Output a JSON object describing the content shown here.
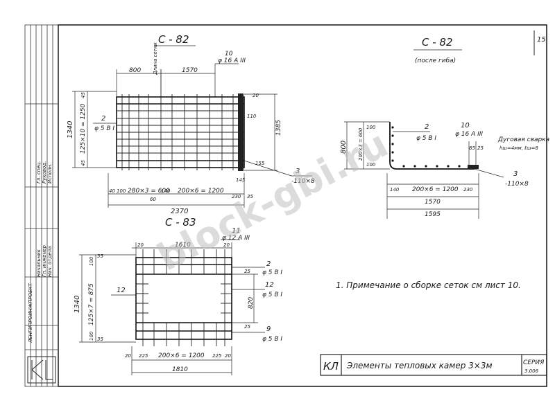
{
  "sheet_number": "15",
  "watermark": "block-gbi.ru",
  "stamp": {
    "code": "КЛ",
    "title": "Элементы тепловых камер 3×3м",
    "series_label": "СЕРИЯ",
    "series_code": "3.006"
  },
  "note": "1. Примечание о сборке сеток см лист 10.",
  "c82": {
    "title": "С - 82",
    "length_label": "Длина сетки",
    "dim_800": "800",
    "dim_1570": "1570",
    "bar10": "10",
    "bar10_spec": "φ 16 А III",
    "dim_1340": "1340",
    "dim_side_left": "125×10 = 1250",
    "dim_45_top": "45",
    "dim_45_bot": "45",
    "bar2": "2",
    "bar2_spec": "φ 5 В I",
    "dim_20": "20",
    "dim_110": "110",
    "dim_1385": "1385",
    "dim_155": "155",
    "bar3": "3",
    "bar3_spec": "-110×8",
    "dim_145": "145",
    "dim_40": "40",
    "dim_100": "100",
    "dim_280": "280×3 = 600",
    "dim_140": "140",
    "dim_200x6": "200×6 = 1200",
    "dim_230": "230",
    "dim_35": "35",
    "dim_60": "60",
    "dim_2370": "2370"
  },
  "c82b": {
    "title": "С - 82",
    "subtitle": "(после гиба)",
    "dim_800": "800",
    "dim_100": "100",
    "dim_side": "200×3 = 600",
    "dim_100b": "100",
    "bar2": "2",
    "bar2_spec": "φ 5 В I",
    "bar10": "10",
    "bar10_spec": "φ 16 А III",
    "weld_label": "Дуговая сварка",
    "weld_spec": "hш=4мм, ℓш=8",
    "dim_85": "85",
    "dim_25": "25",
    "bar3": "3",
    "bar3_spec": "-110×8",
    "dim_140": "140",
    "dim_200x6": "200×6 = 1200",
    "dim_230": "230",
    "dim_1570": "1570",
    "dim_1595": "1595"
  },
  "c83": {
    "title": "С - 83",
    "bar11": "11",
    "bar11_spec": "φ 12 А III",
    "dim_20a": "20",
    "dim_1610": "1610",
    "dim_20b": "20",
    "dim_1340": "1340",
    "dim_side_left": "125×7 = 875",
    "dim_100a": "100",
    "dim_35a": "35",
    "dim_100b": "100",
    "dim_35b": "35",
    "bar12_left": "12",
    "bar2": "2",
    "bar2_spec": "φ 5 В I",
    "dim_25a": "25",
    "bar12": "12",
    "bar12_spec": "φ 5 В I",
    "dim_820": "820",
    "dim_25b": "25",
    "bar9": "9",
    "bar9_spec": "φ 5 В I",
    "dim_20c": "20",
    "dim_225a": "225",
    "dim_200x6": "200×6 = 1200",
    "dim_225b": "225",
    "dim_20d": "20",
    "dim_1810": "1810"
  },
  "title_block": {
    "org": "ЛЕНГИПРОИНЖПРОЕКТ",
    "rows": [
      "Начальник",
      "Гл. инженер",
      "Нач. отдела",
      "Гл. спец.",
      "Руковод.",
      "Исполн."
    ]
  }
}
